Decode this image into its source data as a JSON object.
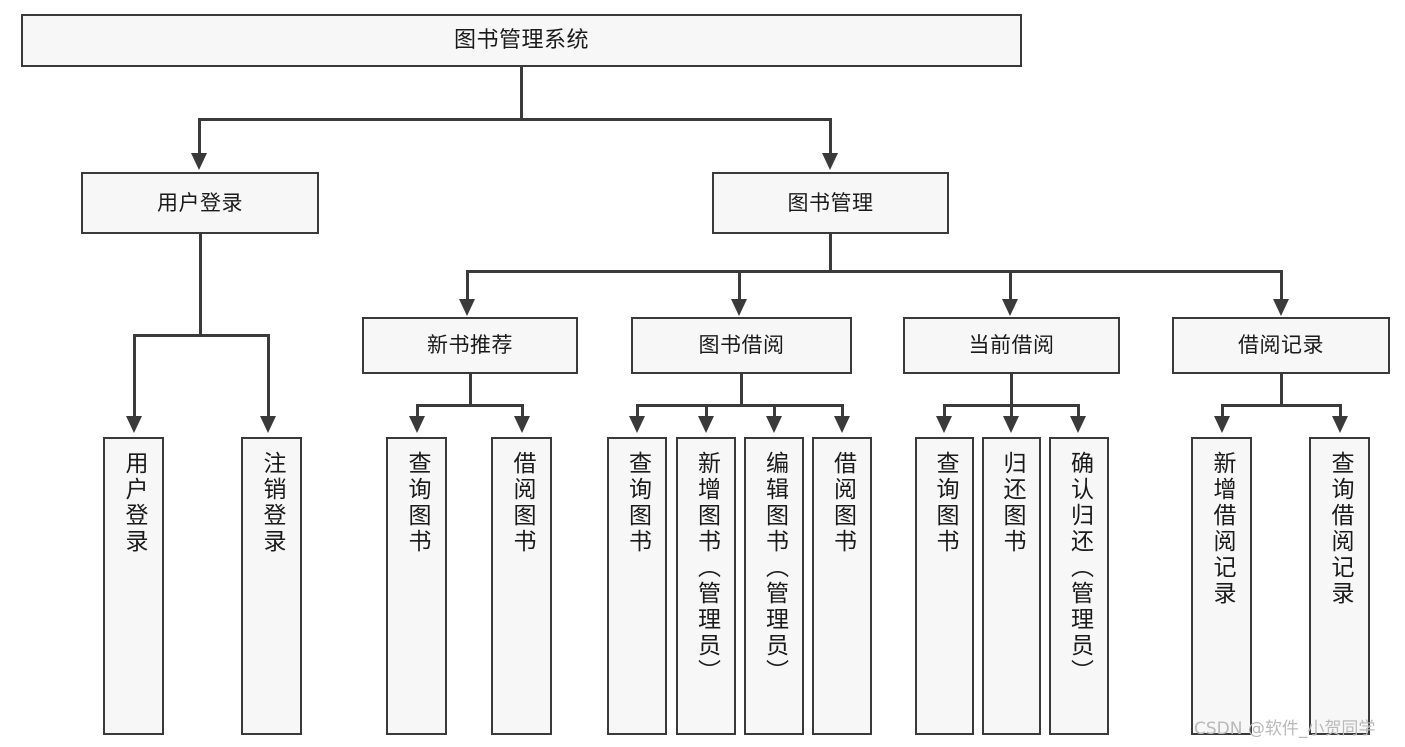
{
  "diagram": {
    "title": "图书管理系统",
    "type": "hierarchical-tree",
    "root": {
      "label": "图书管理系统"
    },
    "level1": [
      {
        "label": "用户登录"
      },
      {
        "label": "图书管理"
      }
    ],
    "level2": [
      {
        "label": "新书推荐"
      },
      {
        "label": "图书借阅"
      },
      {
        "label": "当前借阅"
      },
      {
        "label": "借阅记录"
      }
    ],
    "leaves": {
      "user_login": [
        {
          "label": "用户登录"
        },
        {
          "label": "注销登录"
        }
      ],
      "new_book_recommend": [
        {
          "label": "查询图书"
        },
        {
          "label": "借阅图书"
        }
      ],
      "book_borrow": [
        {
          "label": "查询图书"
        },
        {
          "label": "新增图书（管理员）"
        },
        {
          "label": "编辑图书（管理员）"
        },
        {
          "label": "借阅图书"
        }
      ],
      "current_borrow": [
        {
          "label": "查询图书"
        },
        {
          "label": "归还图书"
        },
        {
          "label": "确认归还（管理员）"
        }
      ],
      "borrow_record": [
        {
          "label": "新增借阅记录"
        },
        {
          "label": "查询借阅记录"
        }
      ]
    }
  },
  "watermark": {
    "text": "CSDN @软件_小贺同学"
  },
  "colors": {
    "border": "#3a3a3a",
    "node_fill": "#f7f7f7",
    "text": "#1a1a1a",
    "canvas": "#ffffff",
    "watermark": "#b9b9b9"
  }
}
